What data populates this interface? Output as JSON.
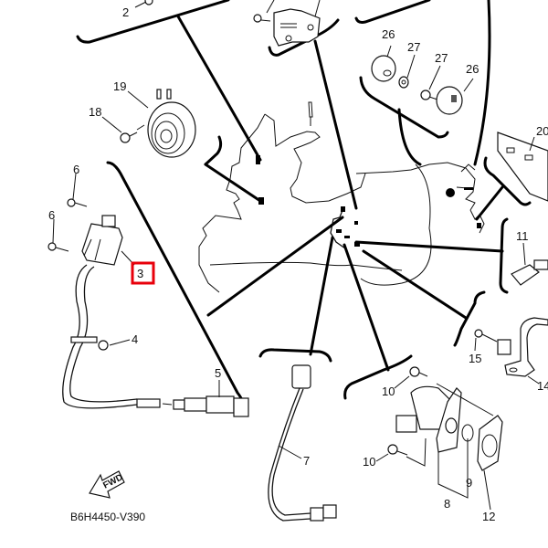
{
  "diagram": {
    "drawing_code": "B6H4450-V390",
    "direction_label": "FWD",
    "highlight_color": "#e8000b",
    "highlighted_part": "3",
    "callouts": [
      {
        "id": "2",
        "label": "2"
      },
      {
        "id": "3",
        "label": "3"
      },
      {
        "id": "4",
        "label": "4"
      },
      {
        "id": "5",
        "label": "5"
      },
      {
        "id": "6a",
        "label": "6"
      },
      {
        "id": "6b",
        "label": "6"
      },
      {
        "id": "7",
        "label": "7"
      },
      {
        "id": "8",
        "label": "8"
      },
      {
        "id": "9",
        "label": "9"
      },
      {
        "id": "10a",
        "label": "10"
      },
      {
        "id": "10b",
        "label": "10"
      },
      {
        "id": "11",
        "label": "11"
      },
      {
        "id": "12",
        "label": "12"
      },
      {
        "id": "14",
        "label": "14"
      },
      {
        "id": "15",
        "label": "15"
      },
      {
        "id": "18",
        "label": "18"
      },
      {
        "id": "19",
        "label": "19"
      },
      {
        "id": "20",
        "label": "20"
      },
      {
        "id": "26a",
        "label": "26"
      },
      {
        "id": "26b",
        "label": "26"
      },
      {
        "id": "27a",
        "label": "27"
      },
      {
        "id": "27b",
        "label": "27"
      }
    ]
  }
}
